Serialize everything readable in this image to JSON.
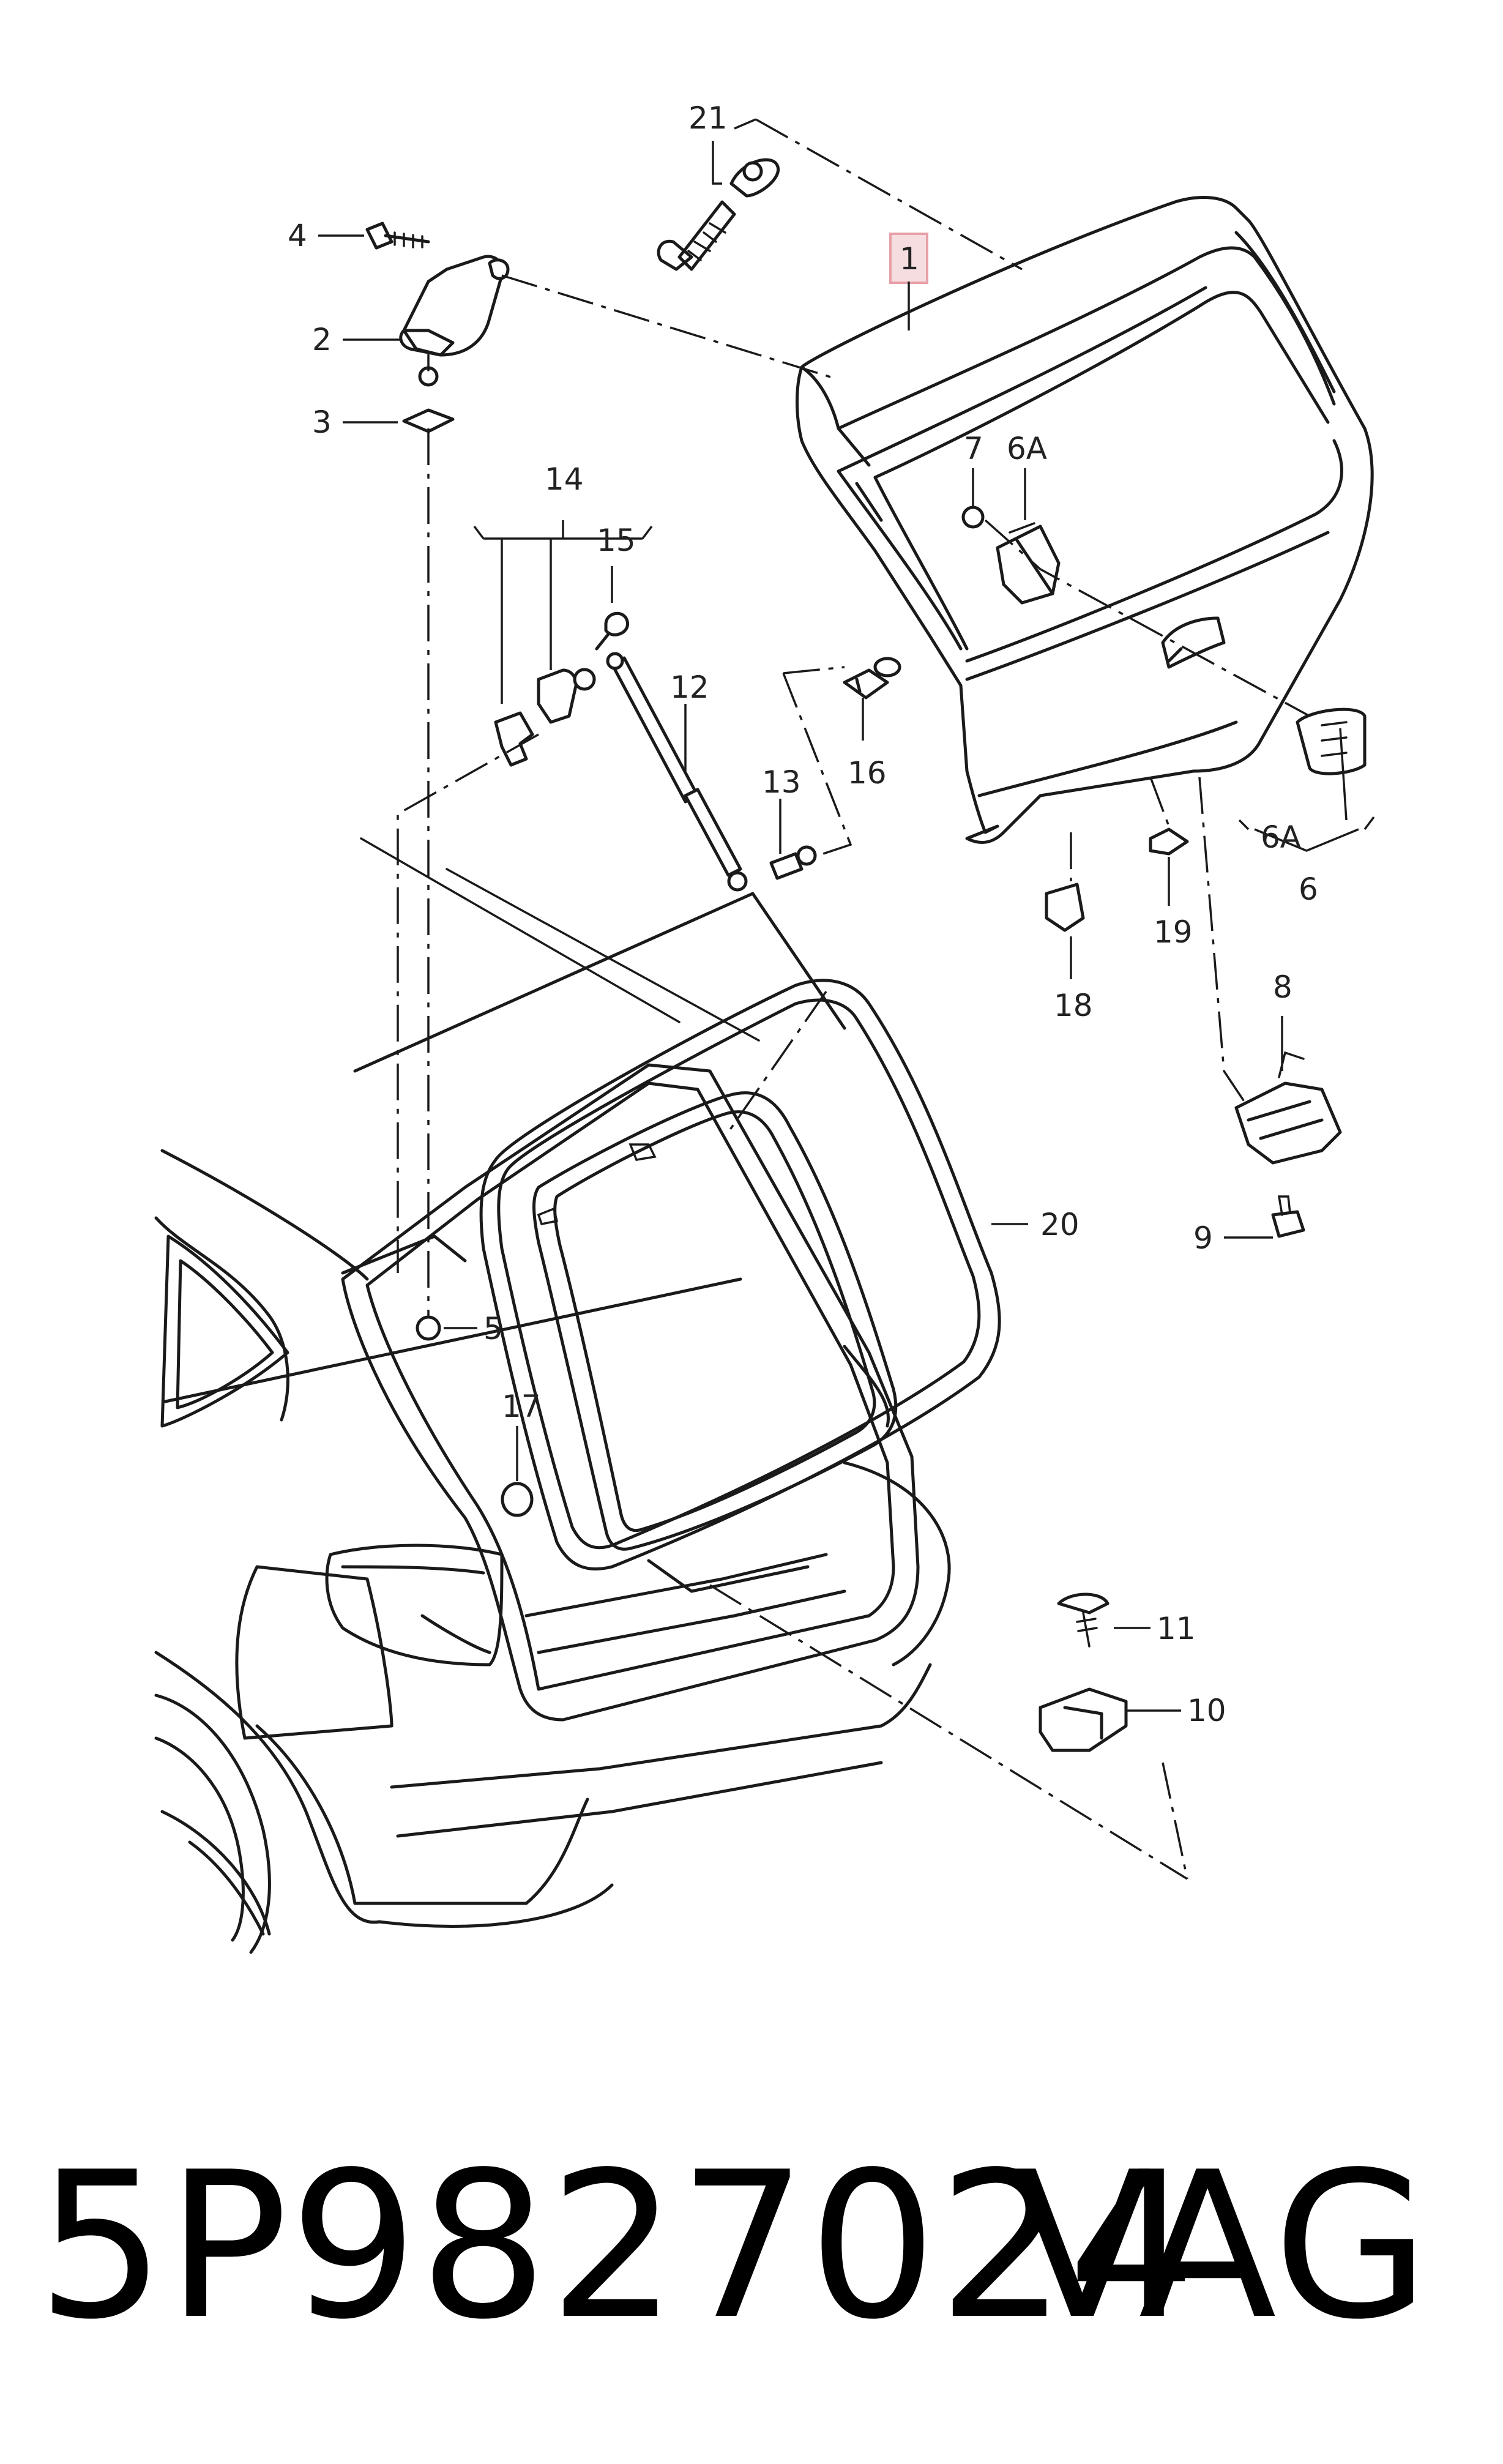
{
  "diagram": {
    "callouts": {
      "c1": "1",
      "c2": "2",
      "c3": "3",
      "c4": "4",
      "c5": "5",
      "c6": "6",
      "c6a_top": "6A",
      "c6a_bottom": "6A",
      "c7": "7",
      "c8": "8",
      "c9": "9",
      "c10": "10",
      "c11": "11",
      "c12": "12",
      "c13": "13",
      "c14": "14",
      "c15": "15",
      "c16": "16",
      "c17": "17",
      "c18": "18",
      "c19": "19",
      "c20": "20",
      "c21": "21"
    },
    "highlight_color": "#e8a0a8"
  },
  "footer": {
    "part_number": "5P9827024",
    "brand": "VAG"
  }
}
